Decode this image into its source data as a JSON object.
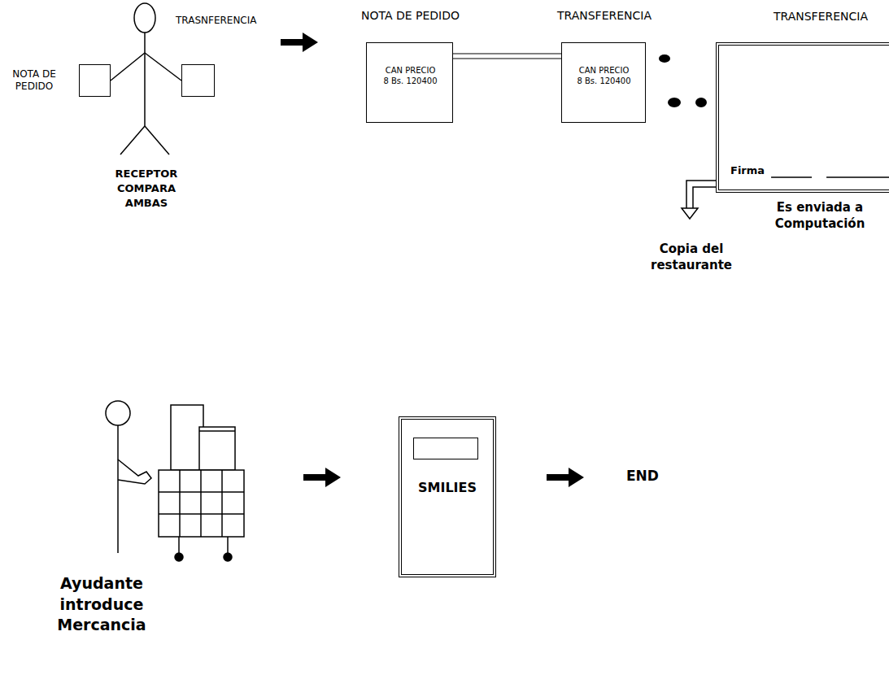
{
  "diagram": {
    "nodes": [
      {
        "text": [
          "NOTA DE PEDIDO"
        ]
      },
      {
        "text": [
          "TRASNFERENCIA"
        ]
      },
      {
        "text": [
          "NOTA DE PEDIDO",
          "CAN PRECIO 8 Bs. 120400"
        ]
      },
      {
        "text": [
          "TRANSFERENCIA",
          "CAN PRECIO 8 Bs. 120400"
        ]
      },
      {
        "text": [
          "TRANSFERENCIA",
          "Firma"
        ]
      },
      {
        "text": [
          "SMILIES"
        ]
      }
    ],
    "edges": [
      {
        "from": 2,
        "to": 3,
        "arrow": "none"
      }
    ],
    "labels": [
      "RECEPTOR COMPARA AMBAS",
      "Es enviada a Computación",
      "Copia del restaurante",
      "Ayudante introduce Mercancia",
      "END"
    ]
  }
}
